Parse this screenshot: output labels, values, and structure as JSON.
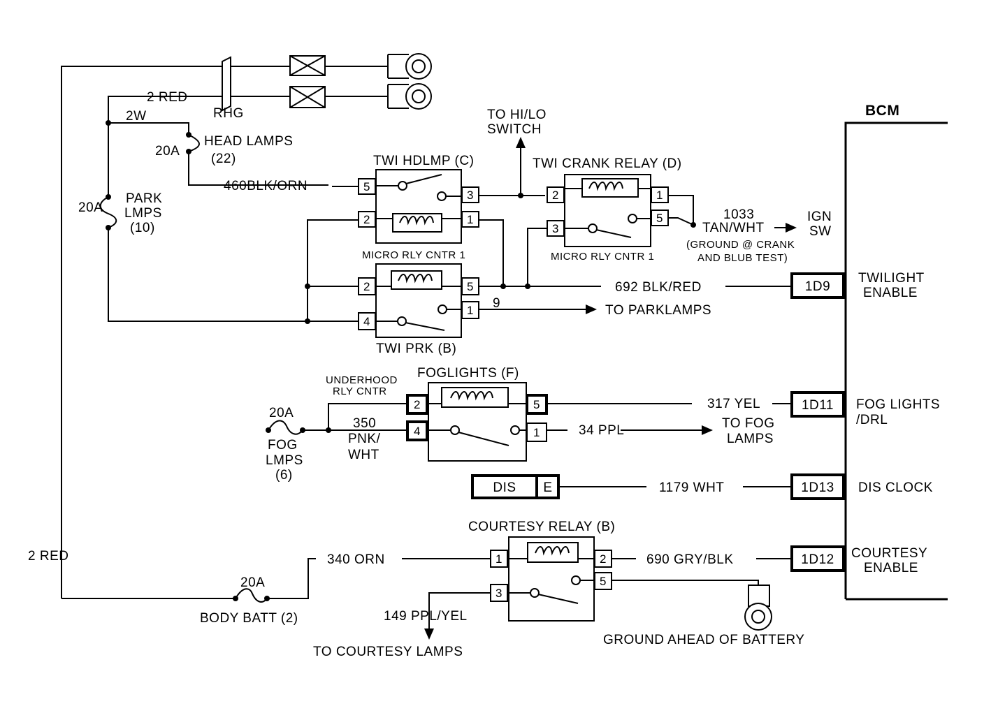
{
  "bcm": {
    "title": "BCM",
    "terminals": [
      {
        "pin": "1D9",
        "label1": "TWILIGHT",
        "label2": "ENABLE"
      },
      {
        "pin": "1D11",
        "label1": "FOG LIGHTS",
        "label2": "/DRL"
      },
      {
        "pin": "1D13",
        "label1": "DIS CLOCK",
        "label2": ""
      },
      {
        "pin": "1D12",
        "label1": "COURTESY",
        "label2": "ENABLE"
      }
    ]
  },
  "top": {
    "rhg": "RHG",
    "wire_2red": "2  RED",
    "wire_2w": "2W",
    "to_hilo_1": "TO HI/LO",
    "to_hilo_2": "SWITCH"
  },
  "fuses": {
    "head_amp": "20A",
    "head_1": "HEAD LAMPS",
    "head_2": "(22)",
    "park_amp": "20A",
    "park_1": "PARK",
    "park_2": "LMPS",
    "park_3": "(10)",
    "fog_amp": "20A",
    "fog_1": "FOG",
    "fog_2": "LMPS",
    "fog_3": "(6)",
    "batt_amp": "20A",
    "batt_1": "BODY BATT (2)"
  },
  "relays": {
    "hdlmp": {
      "title": "TWI HDLMP (C)",
      "sub": "MICRO RLY CNTR 1",
      "pins": [
        "5",
        "3",
        "2",
        "1"
      ]
    },
    "crank": {
      "title": "TWI CRANK RELAY (D)",
      "sub": "MICRO RLY CNTR 1",
      "pins": [
        "2",
        "1",
        "5",
        "3"
      ]
    },
    "prk": {
      "title": "TWI PRK (B)",
      "pins": [
        "2",
        "5",
        "4",
        "1"
      ]
    },
    "fog": {
      "title": "FOGLIGHTS (F)",
      "sub1": "UNDERHOOD",
      "sub2": "RLY CNTR",
      "pins": [
        "2",
        "5",
        "4",
        "1"
      ]
    },
    "courtesy": {
      "title": "COURTESY RELAY (B)",
      "pins": [
        "1",
        "2",
        "3",
        "5"
      ]
    }
  },
  "wires": {
    "w460": "460BLK/ORN",
    "w1033": "1033",
    "w1033b": "TAN/WHT",
    "ign_1": "IGN",
    "ign_2": "SW",
    "gnd_1": "(GROUND @ CRANK",
    "gnd_2": "AND BLUB TEST)",
    "w692": "692 BLK/RED",
    "w9": "9",
    "to_park": "TO PARKLAMPS",
    "w317": "317 YEL",
    "w350_1": "350",
    "w350_2": "PNK/",
    "w350_3": "WHT",
    "w34": "34 PPL",
    "to_fog_1": "TO FOG",
    "to_fog_2": "LAMPS",
    "dis": "DIS",
    "dis_e": "E",
    "w1179": "1179 WHT",
    "w2red_left": "2  RED",
    "w340": "340 ORN",
    "w690": "690 GRY/BLK",
    "w149": "149 PPL/YEL",
    "to_courtesy": "TO COURTESY LAMPS",
    "ground": "GROUND AHEAD OF BATTERY"
  }
}
